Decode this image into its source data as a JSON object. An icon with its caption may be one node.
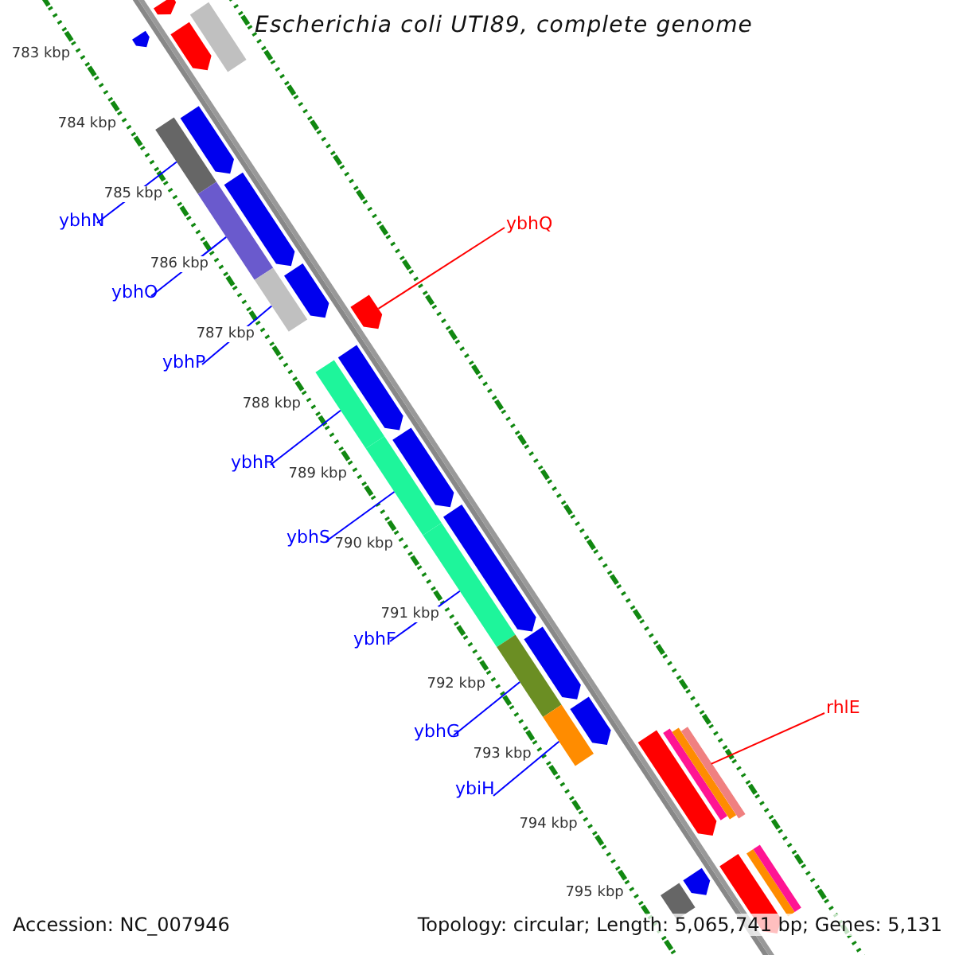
{
  "diagram": {
    "title": "Escherichia coli UTI89, complete genome",
    "nodes": [
      {
        "text": [
          "ybhN"
        ]
      },
      {
        "text": [
          "ybhO"
        ]
      },
      {
        "text": [
          "ybhP"
        ]
      },
      {
        "text": [
          "ybhR"
        ]
      },
      {
        "text": [
          "ybhS"
        ]
      },
      {
        "text": [
          "ybhF"
        ]
      },
      {
        "text": [
          "ybhG"
        ]
      },
      {
        "text": [
          "ybiH"
        ]
      },
      {
        "text": [
          "ybhQ"
        ]
      },
      {
        "text": [
          "rhlE"
        ]
      },
      {
        "text": [],
        "shape": "bar"
      },
      {
        "text": [],
        "shape": "bar"
      },
      {
        "text": [],
        "shape": "bar"
      },
      {
        "text": [],
        "shape": "bar"
      },
      {
        "text": [],
        "shape": "bar"
      },
      {
        "text": [],
        "shape": "bar"
      },
      {
        "text": [],
        "shape": "bar"
      },
      {
        "text": [],
        "shape": "bar"
      },
      {
        "text": [],
        "shape": "arrow"
      },
      {
        "text": [],
        "shape": "bar"
      }
    ],
    "edges": [
      {
        "from": 0,
        "to": 10,
        "arrow": "none"
      },
      {
        "from": 1,
        "to": 11,
        "arrow": "none"
      },
      {
        "from": 2,
        "to": 12,
        "arrow": "none"
      },
      {
        "from": 3,
        "to": 13,
        "arrow": "none"
      },
      {
        "from": 4,
        "to": 14,
        "arrow": "none"
      },
      {
        "from": 5,
        "to": 15,
        "arrow": "none"
      },
      {
        "from": 6,
        "to": 16,
        "arrow": "none"
      },
      {
        "from": 7,
        "to": 17,
        "arrow": "none"
      },
      {
        "from": 8,
        "to": 18,
        "arrow": "none",
        "color": "#ff0000"
      },
      {
        "from": 9,
        "to": 19,
        "arrow": "none",
        "color": "#ff0000"
      }
    ],
    "labels": [
      "783 kbp",
      "784 kbp",
      "785 kbp",
      "786 kbp",
      "787 kbp",
      "788 kbp",
      "789 kbp",
      "790 kbp",
      "791 kbp",
      "792 kbp",
      "793 kbp",
      "794 kbp",
      "795 kbp",
      "Accession: NC_007946",
      "Topology: circular; Length: 5,065,741 bp; Genes: 5,131"
    ]
  }
}
